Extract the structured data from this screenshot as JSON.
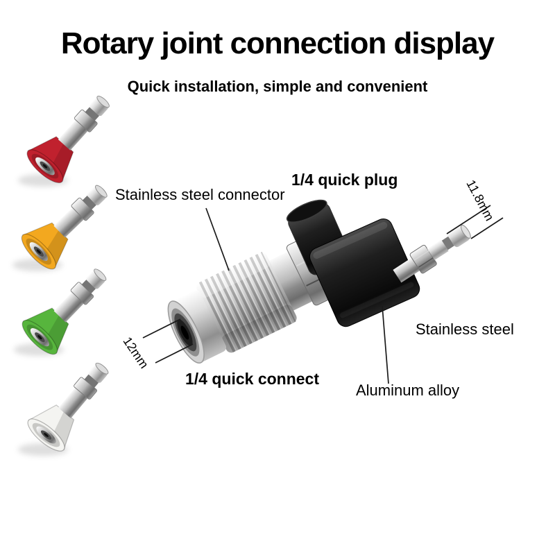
{
  "header": {
    "title": "Rotary joint connection display",
    "subtitle": "Quick installation, simple and convenient"
  },
  "annotations": {
    "connector_label": "Stainless steel connector",
    "quick_plug_label": "1/4 quick plug",
    "plug_dimension": "11.8mm",
    "stainless_steel_label": "Stainless steel",
    "connect_dimension": "12mm",
    "quick_connect_label": "1/4 quick connect",
    "aluminum_label": "Aluminum alloy"
  },
  "nozzles": [
    {
      "name": "red-spray-nozzle",
      "hex": "#c0212e"
    },
    {
      "name": "yellow-spray-nozzle",
      "hex": "#f3a81f"
    },
    {
      "name": "green-spray-nozzle",
      "hex": "#57b53d"
    },
    {
      "name": "white-spray-nozzle",
      "hex": "#f4f4f1"
    }
  ],
  "colors": {
    "background": "#ffffff",
    "text": "#000000",
    "annotation_lines": "#1a1a1a",
    "steel_light": "#e8e8e8",
    "steel_dark": "#6f6f6f",
    "aluminum_black": "#161616"
  }
}
